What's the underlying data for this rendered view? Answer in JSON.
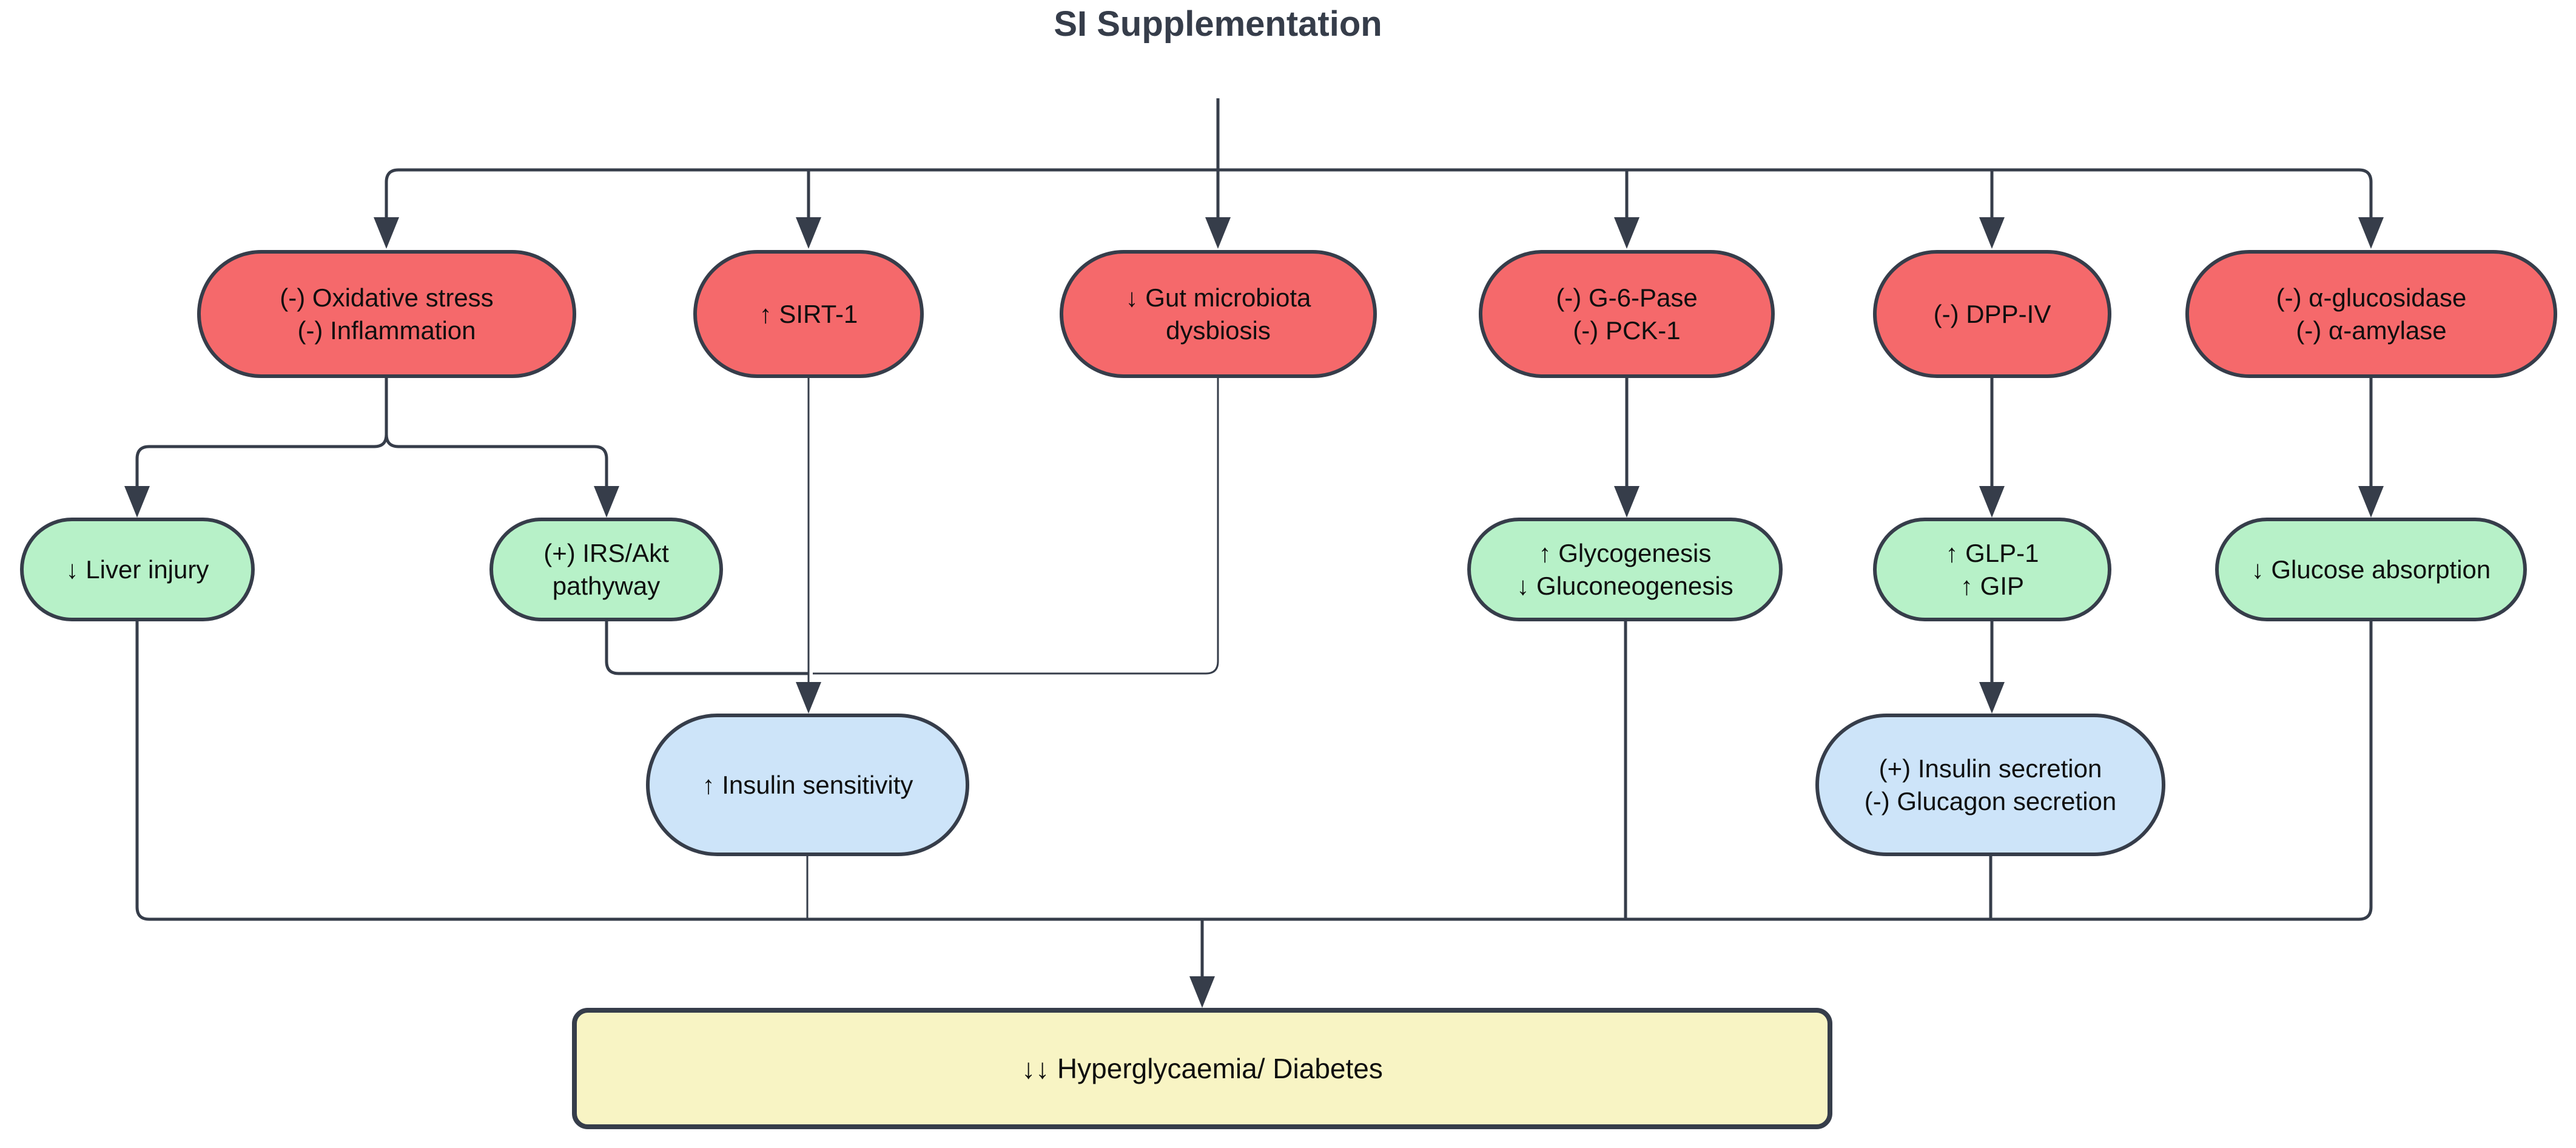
{
  "title": "SI Supplementation",
  "colors": {
    "box_red": "#f5696b",
    "box_green": "#b7f1c8",
    "box_blue": "#cde4f9",
    "box_yellow": "#f8f4c4",
    "line_and_border": "#363d4a",
    "text": "#0f0f0f",
    "background": "#ffffff"
  },
  "nodes": {
    "oxidative_inflammation": {
      "line1": "(-) Oxidative stress",
      "line2": "(-) Inflammation",
      "color": "red"
    },
    "sirt1": {
      "line1": "↑ SIRT-1",
      "color": "red"
    },
    "gut_microbiota": {
      "line1": "↓ Gut microbiota",
      "line2": "dysbiosis",
      "color": "red"
    },
    "g6pase_pck1": {
      "line1": "(-) G-6-Pase",
      "line2": "(-) PCK-1",
      "color": "red"
    },
    "dpp_iv": {
      "line1": "(-) DPP-IV",
      "color": "red"
    },
    "glucosidase_amylase": {
      "line1": "(-) α-glucosidase",
      "line2": "(-) α-amylase",
      "color": "red"
    },
    "liver_injury": {
      "line1": "↓ Liver injury",
      "color": "green"
    },
    "irs_akt": {
      "line1": "(+) IRS/Akt",
      "line2": "pathyway",
      "color": "green"
    },
    "glycogenesis": {
      "line1": "↑ Glycogenesis",
      "line2": "↓ Gluconeogenesis",
      "color": "green"
    },
    "glp1_gip": {
      "line1": "↑ GLP-1",
      "line2": "↑ GIP",
      "color": "green"
    },
    "glucose_absorption": {
      "line1": "↓ Glucose absorption",
      "color": "green"
    },
    "insulin_sensitivity": {
      "line1": "↑ Insulin sensitivity",
      "color": "blue"
    },
    "insulin_glucagon_secretion": {
      "line1": "(+) Insulin secretion",
      "line2": "(-) Glucagon secretion",
      "color": "blue"
    },
    "outcome": {
      "line1": "↓↓ Hyperglycaemia/ Diabetes",
      "color": "yellow"
    }
  },
  "edges": [
    {
      "from": "SI Supplementation",
      "to": "(-) Oxidative stress (-) Inflammation"
    },
    {
      "from": "SI Supplementation",
      "to": "↑ SIRT-1"
    },
    {
      "from": "SI Supplementation",
      "to": "↓ Gut microbiota dysbiosis"
    },
    {
      "from": "SI Supplementation",
      "to": "(-) G-6-Pase (-) PCK-1"
    },
    {
      "from": "SI Supplementation",
      "to": "(-) DPP-IV"
    },
    {
      "from": "SI Supplementation",
      "to": "(-) α-glucosidase (-) α-amylase"
    },
    {
      "from": "(-) Oxidative stress (-) Inflammation",
      "to": "↓ Liver injury"
    },
    {
      "from": "(-) Oxidative stress (-) Inflammation",
      "to": "(+) IRS/Akt pathyway"
    },
    {
      "from": "↑ SIRT-1",
      "to": "↑ Insulin sensitivity"
    },
    {
      "from": "↓ Gut microbiota dysbiosis",
      "to": "↑ Insulin sensitivity"
    },
    {
      "from": "(+) IRS/Akt pathyway",
      "to": "↑ Insulin sensitivity"
    },
    {
      "from": "(-) G-6-Pase (-) PCK-1",
      "to": "↑ Glycogenesis ↓ Gluconeogenesis"
    },
    {
      "from": "(-) DPP-IV",
      "to": "↑ GLP-1 ↑ GIP"
    },
    {
      "from": "(-) α-glucosidase (-) α-amylase",
      "to": "↓ Glucose absorption"
    },
    {
      "from": "↑ GLP-1 ↑ GIP",
      "to": "(+) Insulin secretion (-) Glucagon secretion"
    },
    {
      "from": "↓ Liver injury",
      "to": "↓↓ Hyperglycaemia/ Diabetes"
    },
    {
      "from": "↑ Insulin sensitivity",
      "to": "↓↓ Hyperglycaemia/ Diabetes"
    },
    {
      "from": "↑ Glycogenesis ↓ Gluconeogenesis",
      "to": "↓↓ Hyperglycaemia/ Diabetes"
    },
    {
      "from": "(+) Insulin secretion (-) Glucagon secretion",
      "to": "↓↓ Hyperglycaemia/ Diabetes"
    },
    {
      "from": "↓ Glucose absorption",
      "to": "↓↓ Hyperglycaemia/ Diabetes"
    }
  ]
}
